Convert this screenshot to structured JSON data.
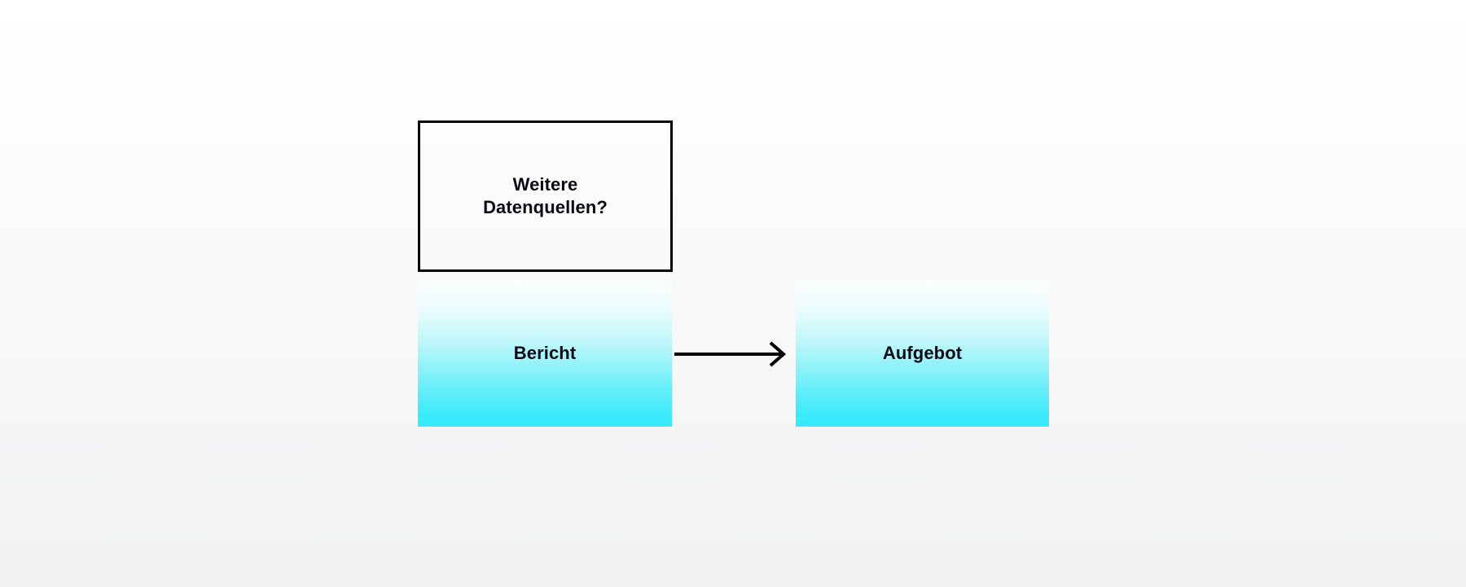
{
  "diagram": {
    "type": "flow-diagram",
    "background": {
      "gradient_from": "#FFFFFF",
      "gradient_to": "#F1F2F2"
    },
    "nodes": [
      {
        "id": "weitere-datenquellen",
        "label": "Weitere\nDatenquellen?",
        "style": "dotted-outline",
        "border_color": "#000000",
        "fill": "transparent",
        "text_color": "#0A0A14"
      },
      {
        "id": "bericht",
        "label": "Bericht",
        "style": "cyan-gradient",
        "fill_from": "#FDFEFE",
        "fill_to": "#33EAFB",
        "text_color": "#0A0A14"
      },
      {
        "id": "aufgebot",
        "label": "Aufgebot",
        "style": "cyan-gradient",
        "fill_from": "#FDFEFE",
        "fill_to": "#33EAFB",
        "text_color": "#0A0A14"
      }
    ],
    "edges": [
      {
        "id": "bericht-to-aufgebot",
        "from": "bericht",
        "to": "aufgebot",
        "style": "solid-arrow",
        "color": "#000000"
      }
    ]
  }
}
